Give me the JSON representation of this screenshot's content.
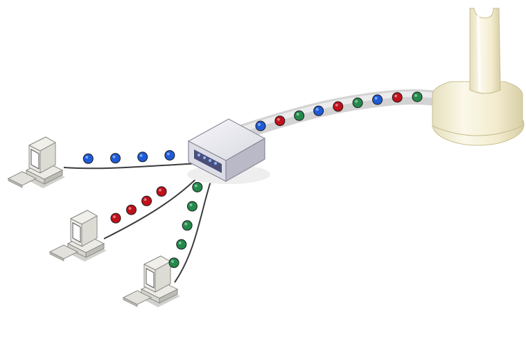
{
  "diagram": {
    "type": "network-multiplexing-illustration",
    "colors": {
      "background": "#ffffff",
      "cable": "#3b3b3b",
      "trunk_cable": "#d8d8d8",
      "blue": "#1e5bd8",
      "red": "#c0101a",
      "green": "#238a4c",
      "device_body": "#e9e9ef",
      "device_shadow": "#b8b8c6",
      "tower": "#f7f2d9",
      "tower_shadow": "#d9d2ad",
      "computer_beige": "#ecebe6",
      "computer_dark": "#8b8b86",
      "screen": "#ffffff"
    },
    "nodes": [
      {
        "id": "computer-1",
        "icon": "desktop-computer-icon"
      },
      {
        "id": "computer-2",
        "icon": "desktop-computer-icon"
      },
      {
        "id": "computer-3",
        "icon": "desktop-computer-icon"
      },
      {
        "id": "multiplexer",
        "icon": "hub-switch-icon"
      },
      {
        "id": "tower",
        "icon": "signal-tower-icon"
      }
    ],
    "links": [
      {
        "from": "computer-1",
        "to": "multiplexer",
        "packet_colors": [
          "blue",
          "blue",
          "blue",
          "blue"
        ]
      },
      {
        "from": "computer-2",
        "to": "multiplexer",
        "packet_colors": [
          "red",
          "red",
          "red",
          "red"
        ]
      },
      {
        "from": "computer-3",
        "to": "multiplexer",
        "packet_colors": [
          "green",
          "green",
          "green",
          "green",
          "green"
        ]
      },
      {
        "from": "multiplexer",
        "to": "tower",
        "packet_colors": [
          "blue",
          "red",
          "green",
          "blue",
          "red",
          "green",
          "blue",
          "red",
          "green"
        ]
      }
    ]
  }
}
